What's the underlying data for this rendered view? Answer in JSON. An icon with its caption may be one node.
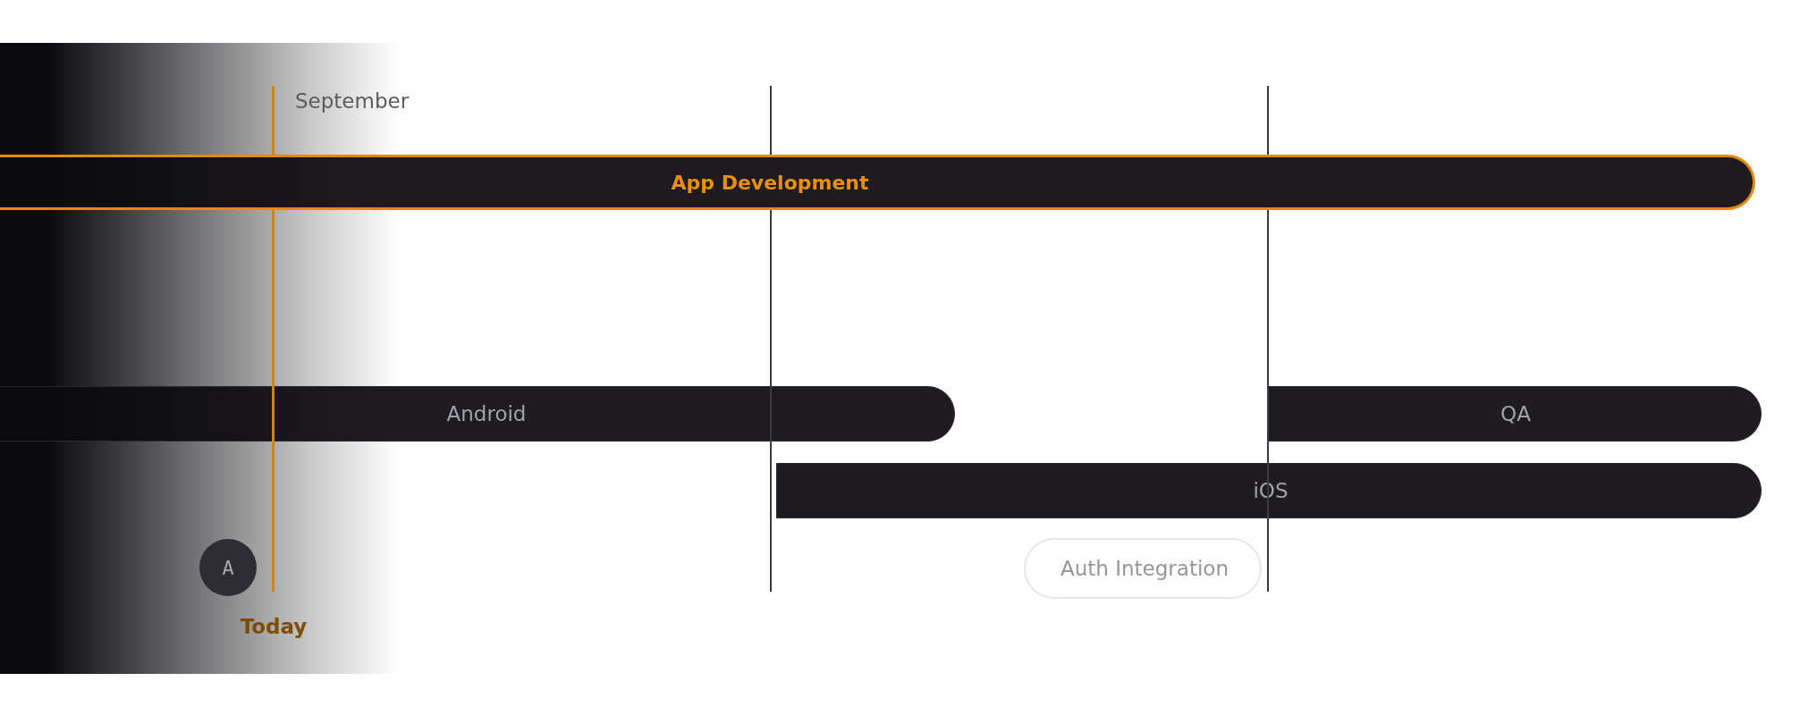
{
  "diagram": {
    "nodes": [
      {
        "text": [
          "App Development"
        ]
      },
      {
        "text": [
          "Android"
        ]
      },
      {
        "text": [
          "QA"
        ]
      },
      {
        "text": [
          "iOS"
        ]
      },
      {
        "text": [
          "A"
        ]
      },
      {
        "text": [
          "Auth Integration"
        ]
      }
    ],
    "labels": [
      "September",
      "Today"
    ]
  }
}
